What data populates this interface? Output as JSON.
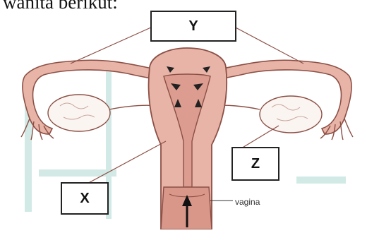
{
  "caption_fragment": "wanita berikut:",
  "labels": {
    "y": "Y",
    "z": "Z",
    "x": "X",
    "vagina": "vagina"
  },
  "colors": {
    "tissue": "#e8b4a8",
    "tissue_dark": "#c98677",
    "outline": "#8c4f45",
    "watermark": "#7fc3b6"
  }
}
